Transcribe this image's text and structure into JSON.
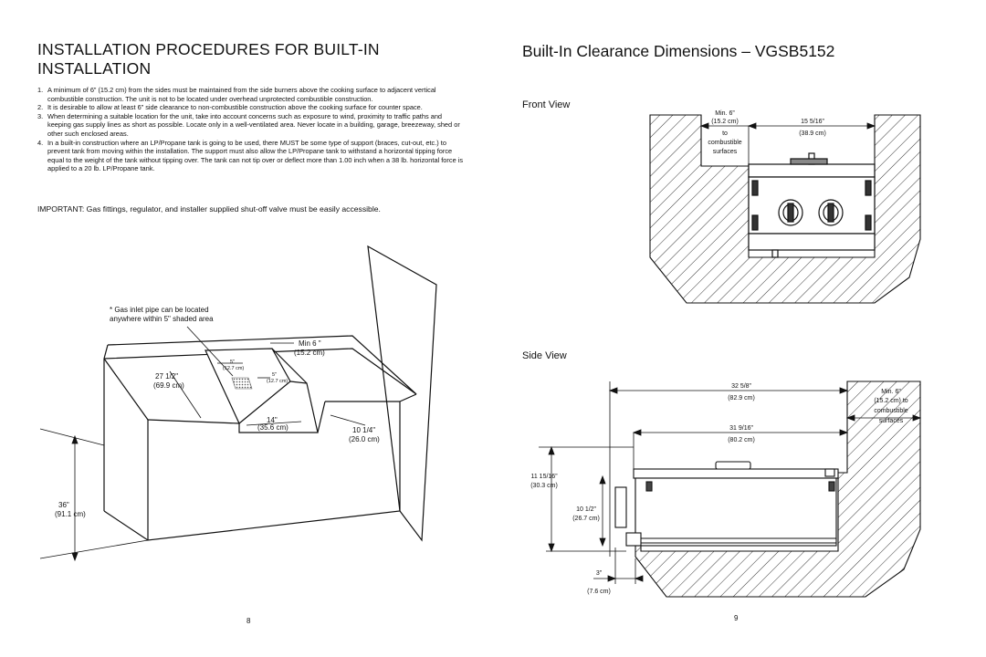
{
  "left": {
    "title": "INSTALLATION PROCEDURES FOR BUILT-IN INSTALLATION",
    "steps": [
      {
        "num": "1.",
        "text": "A minimum of 6” (15.2 cm) from the sides must be maintained from the side burners above the cooking surface to adjacent vertical combustible construction. The unit is not to be located under overhead unprotected combustible construction."
      },
      {
        "num": "2.",
        "text": "It is desirable to allow at least 6” side clearance to non-combustible construction above the cooking surface for counter space."
      },
      {
        "num": "3.",
        "text": "When determining a suitable location for the unit, take into account concerns such as exposure to wind, proximity to traffic paths and keeping gas supply lines as short as possible. Locate only in a well-ventilated area. Never locate in a building, garage, breezeway, shed or other such enclosed areas."
      },
      {
        "num": "4.",
        "text": "In a built-in construction where an LP/Propane tank is going to be used, there MUST be some type of support (braces, cut-out, etc.) to prevent tank from moving within the installation. The support must also allow the LP/Propane tank to withstand a horizontal tipping force equal to the weight of the tank without tipping over. The tank can not tip over or deflect more than 1.00 inch when a 38 lb. horizontal force is applied to a 20 lb. LP/Propane tank."
      }
    ],
    "important": "IMPORTANT: Gas fittings, regulator, and installer supplied shut-off valve must be easily accessible.",
    "diagram": {
      "note_line1": "* Gas inlet pipe can be located",
      "note_line2": "anywhere within 5\" shaded area",
      "min6": "Min 6 \"",
      "min6_cm": "(15.2 cm)",
      "d5a": "5\"",
      "d5a_cm": "(12.7 cm)",
      "d5b": "5\"",
      "d5b_cm": "(12.7 cm)",
      "d27": "27 1/2\"",
      "d27_cm": "(69.9 cm)",
      "d14": "14\"",
      "d14_cm": "(35.6 cm)",
      "d10": "10 1/4\"",
      "d10_cm": "(26.0 cm)",
      "d36": "36\"",
      "d36_cm": "(91.1 cm)"
    },
    "page_number": "8"
  },
  "right": {
    "title": "Built-In Clearance Dimensions – VGSB5152",
    "front_view": {
      "label": "Front View",
      "min6_l1": "Min. 6”",
      "min6_l2": "(15.2 cm)",
      "min6_l3": "to",
      "min6_l4": "combustible",
      "min6_l5": "surfaces",
      "width": "15 5/16”",
      "width_cm": "(38.9 cm)"
    },
    "side_view": {
      "label": "Side View",
      "d32": "32 5/8”",
      "d32_cm": "(82.9 cm)",
      "d31": "31 9/16”",
      "d31_cm": "(80.2 cm)",
      "min6_l1": "Min. 6”",
      "min6_l2": "(15.2 cm) to",
      "min6_l3": "combustible",
      "min6_l4": "surfaces",
      "d11": "11 15/16”",
      "d11_cm": "(30.3 cm)",
      "d10": "10 1/2”",
      "d10_cm": "(26.7 cm)",
      "d3": "3”",
      "d3_cm": "(7.6 cm)"
    },
    "page_number": "9"
  }
}
